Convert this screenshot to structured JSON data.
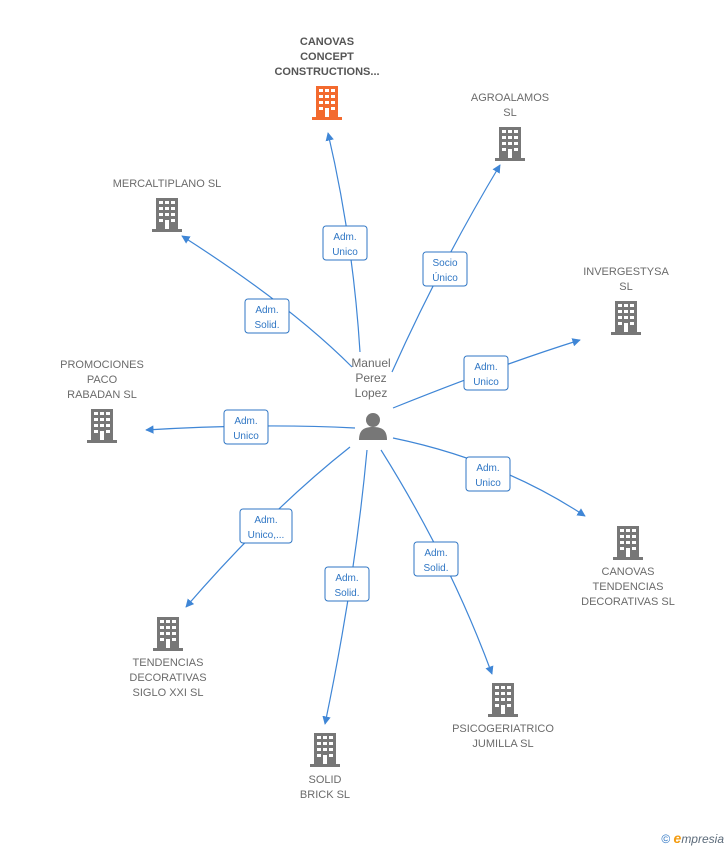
{
  "colors": {
    "edge": "#3f86d6",
    "building": "#777777",
    "highlight": "#f36a2e"
  },
  "person": {
    "name_lines": [
      "Manuel",
      "Perez",
      "Lopez"
    ],
    "icon": "person-icon"
  },
  "companies": [
    {
      "id": "canovas-concept",
      "lines": [
        "CANOVAS",
        "CONCEPT",
        "CONSTRUCTIONS..."
      ],
      "highlight": true,
      "rel": [
        "Adm.",
        "Unico"
      ]
    },
    {
      "id": "agroalamos",
      "lines": [
        "AGROALAMOS",
        "SL"
      ],
      "highlight": false,
      "rel": [
        "Socio",
        "Único"
      ]
    },
    {
      "id": "mercaltiplano",
      "lines": [
        "MERCALTIPLANO SL"
      ],
      "highlight": false,
      "rel": [
        "Adm.",
        "Solid."
      ]
    },
    {
      "id": "invergestysa",
      "lines": [
        "INVERGESTYSA",
        "SL"
      ],
      "highlight": false,
      "rel": [
        "Adm.",
        "Unico"
      ]
    },
    {
      "id": "promociones-paco",
      "lines": [
        "PROMOCIONES",
        "PACO",
        "RABADAN SL"
      ],
      "highlight": false,
      "rel": [
        "Adm.",
        "Unico"
      ]
    },
    {
      "id": "canovas-tendencias",
      "lines": [
        "CANOVAS",
        "TENDENCIAS",
        "DECORATIVAS SL"
      ],
      "highlight": false,
      "rel": [
        "Adm.",
        "Unico"
      ]
    },
    {
      "id": "tendencias-siglo",
      "lines": [
        "TENDENCIAS",
        "DECORATIVAS",
        "SIGLO XXI  SL"
      ],
      "highlight": false,
      "rel": [
        "Adm.",
        "Unico,..."
      ]
    },
    {
      "id": "psicogeriatrico",
      "lines": [
        "PSICOGERIATRICO",
        "JUMILLA SL"
      ],
      "highlight": false,
      "rel": [
        "Adm.",
        "Solid."
      ]
    },
    {
      "id": "solid-brick",
      "lines": [
        "SOLID",
        "BRICK  SL"
      ],
      "highlight": false,
      "rel": [
        "Adm.",
        "Solid."
      ]
    }
  ],
  "footer": {
    "copyright": "©",
    "brand_e": "e",
    "brand": "mpresia"
  }
}
